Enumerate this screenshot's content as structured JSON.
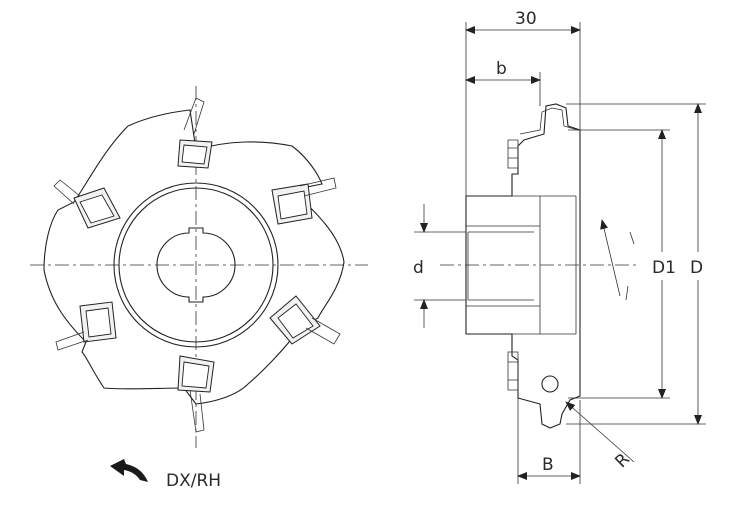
{
  "diagram": {
    "dimensions": {
      "width_30": "30",
      "b": "b",
      "d": "d",
      "D1": "D1",
      "D": "D",
      "B": "B",
      "R": "R"
    },
    "rotation_label": "DX/RH",
    "rotation_arrow_color": "#1a1a1a"
  }
}
